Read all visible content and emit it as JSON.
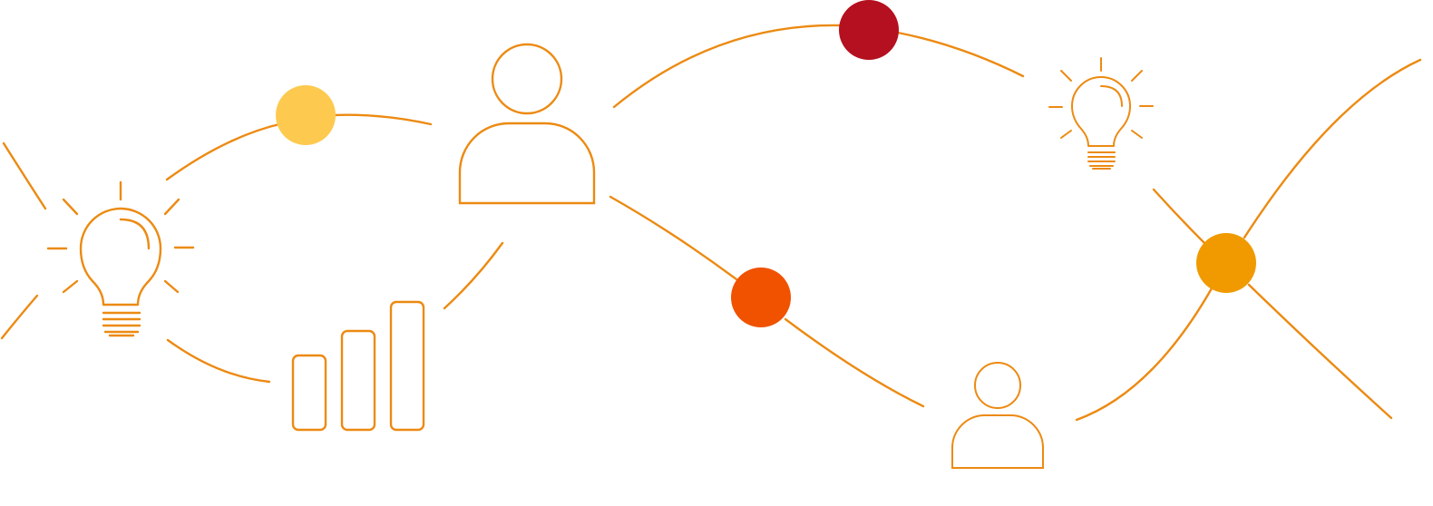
{
  "colors": {
    "line": "#ec8a12",
    "node_yellow": "#fdca4f",
    "node_crimson": "#b5101f",
    "node_orange_red": "#f05200",
    "node_amber": "#f09a00",
    "background": "#ffffff"
  },
  "icons": [
    "lightbulb-icon",
    "user-icon",
    "bar-chart-icon",
    "lightbulb-icon",
    "user-icon"
  ],
  "nodes": [
    "yellow",
    "crimson",
    "orange-red",
    "amber"
  ]
}
